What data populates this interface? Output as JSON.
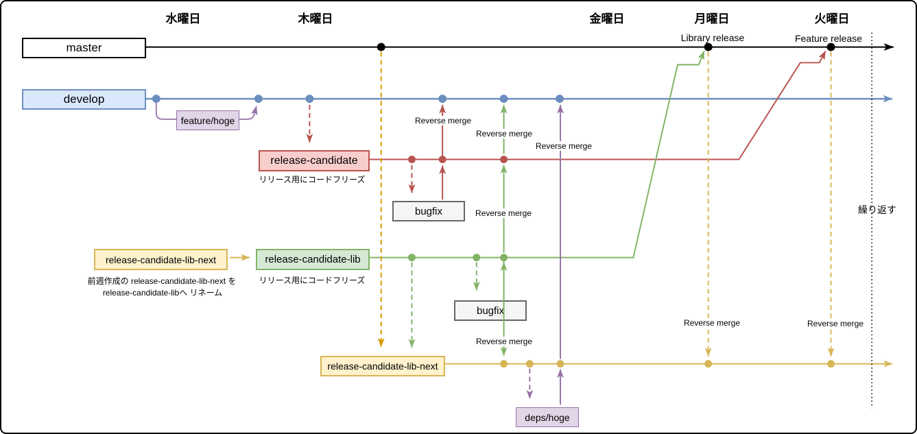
{
  "days": [
    {
      "label": "水曜日"
    },
    {
      "label": "木曜日"
    },
    {
      "label": "金曜日"
    },
    {
      "label": "月曜日"
    },
    {
      "label": "火曜日"
    }
  ],
  "branches": {
    "master": {
      "label": "master"
    },
    "develop": {
      "label": "develop"
    },
    "feature_hoge": {
      "label": "feature/hoge"
    },
    "release_candidate": {
      "label": "release-candidate",
      "caption": "リリース用にコードフリーズ"
    },
    "bugfix_upper": {
      "label": "bugfix"
    },
    "release_candidate_lib_next_prev": {
      "label": "release-candidate-lib-next",
      "caption_line1": "前週作成の release-candidate-lib-next を",
      "caption_line2": "release-candidate-libへ リネーム"
    },
    "release_candidate_lib": {
      "label": "release-candidate-lib",
      "caption": "リリース用にコードフリーズ"
    },
    "bugfix_lower": {
      "label": "bugfix"
    },
    "release_candidate_lib_next": {
      "label": "release-candidate-lib-next"
    },
    "deps_hoge": {
      "label": "deps/hoge"
    }
  },
  "milestones": {
    "library_release": "Library release",
    "feature_release": "Feature release"
  },
  "labels": {
    "reverse_merge": "Reverse merge",
    "repeat": "繰り返す"
  },
  "colors": {
    "master_line": "#000000",
    "develop_line": "#6c8ebf",
    "develop_fill": "#dae8fc",
    "feature_line": "#9673a6",
    "feature_fill": "#e1d5e7",
    "release_candidate_line": "#b85450",
    "release_candidate_fill": "#f8cecc",
    "release_candidate_lib_line": "#82b366",
    "release_candidate_lib_fill": "#d5e8d4",
    "release_candidate_lib_next_line": "#d6b656",
    "release_candidate_lib_next_fill": "#fff2cc",
    "bugfix_fill": "#f5f5f5",
    "bugfix_border": "#666666",
    "master_branch_dash": "#d79b00"
  }
}
